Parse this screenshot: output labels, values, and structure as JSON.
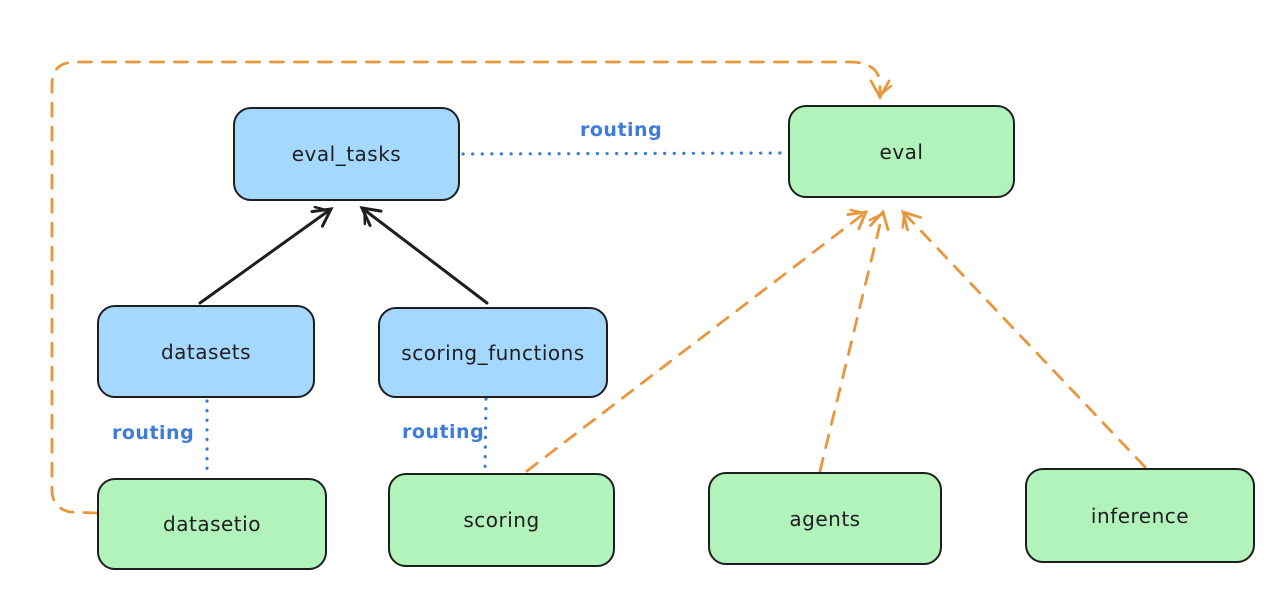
{
  "diagram": {
    "nodes": {
      "eval_tasks": {
        "label": "eval_tasks",
        "fill": "#a5d8ff"
      },
      "eval": {
        "label": "eval",
        "fill": "#b2f2bb"
      },
      "datasets": {
        "label": "datasets",
        "fill": "#a5d8ff"
      },
      "scoring_functions": {
        "label": "scoring_functions",
        "fill": "#a5d8ff"
      },
      "datasetio": {
        "label": "datasetio",
        "fill": "#b2f2bb"
      },
      "scoring": {
        "label": "scoring",
        "fill": "#b2f2bb"
      },
      "agents": {
        "label": "agents",
        "fill": "#b2f2bb"
      },
      "inference": {
        "label": "inference",
        "fill": "#b2f2bb"
      }
    },
    "labels": {
      "routing_top": "routing",
      "routing_datasetio": "routing",
      "routing_scoring": "routing"
    },
    "edges": [
      {
        "from": "datasets",
        "to": "eval_tasks",
        "style": "solid-black-arrow"
      },
      {
        "from": "scoring_functions",
        "to": "eval_tasks",
        "style": "solid-black-arrow"
      },
      {
        "from": "eval_tasks",
        "to": "eval",
        "style": "dotted-blue",
        "label": "routing"
      },
      {
        "from": "datasets",
        "to": "datasetio",
        "style": "dotted-blue",
        "label": "routing"
      },
      {
        "from": "scoring_functions",
        "to": "scoring",
        "style": "dotted-blue",
        "label": "routing"
      },
      {
        "from": "datasetio",
        "to": "eval",
        "style": "dashed-orange-arrow"
      },
      {
        "from": "scoring",
        "to": "eval",
        "style": "dashed-orange-arrow"
      },
      {
        "from": "agents",
        "to": "eval",
        "style": "dashed-orange-arrow"
      },
      {
        "from": "inference",
        "to": "eval",
        "style": "dashed-orange-arrow"
      }
    ],
    "colors": {
      "background": "#ffffff",
      "node_stroke": "#1e1e1e",
      "node_blue_fill": "#a5d8ff",
      "node_green_fill": "#b2f2bb",
      "arrow_black": "#1e1e1e",
      "routing_blue": "#3d7dd8",
      "provider_orange": "#e8973c"
    }
  }
}
